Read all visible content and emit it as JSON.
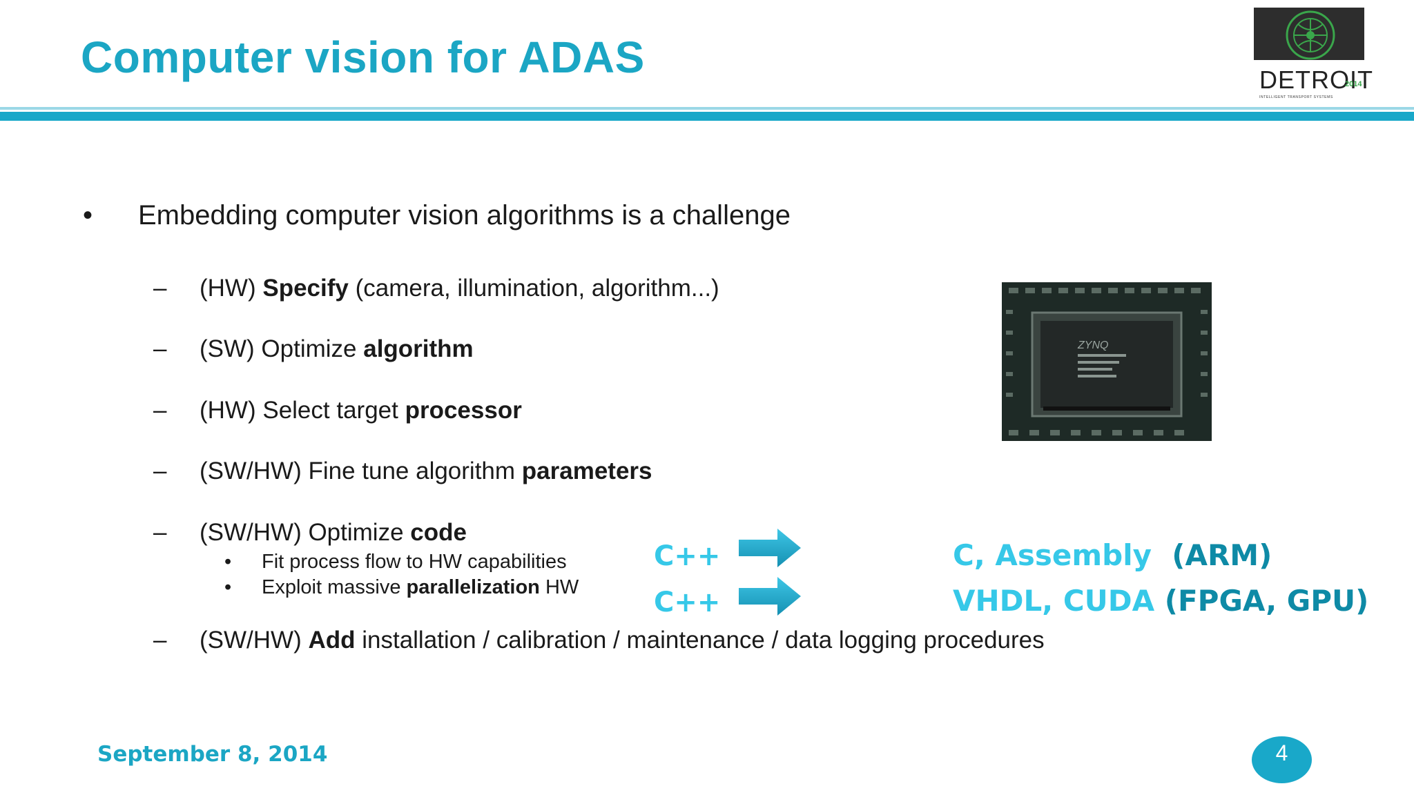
{
  "slide": {
    "title": "Computer vision for ADAS",
    "date": "September 8, 2014",
    "page_number": "4"
  },
  "logo": {
    "city": "DETROIT",
    "year": "2014",
    "tagline": "INTELLIGENT TRANSPORT SYSTEMS"
  },
  "content": {
    "main_bullet": "Embedding computer vision algorithms is a challenge",
    "items": [
      {
        "prefix": "(HW) ",
        "bold": "Specify",
        "suffix": " (camera, illumination, algorithm...)"
      },
      {
        "prefix": "(SW) Optimize ",
        "bold": "algorithm",
        "suffix": ""
      },
      {
        "prefix": "(HW) Select target ",
        "bold": "processor",
        "suffix": ""
      },
      {
        "prefix": "(SW/HW) Fine tune algorithm ",
        "bold": "parameters",
        "suffix": ""
      },
      {
        "prefix": "(SW/HW) Optimize ",
        "bold": "code",
        "suffix": ""
      },
      {
        "prefix": "(SW/HW) ",
        "bold": "Add",
        "suffix": " installation / calibration / maintenance / data logging procedures"
      }
    ],
    "sub_items": [
      {
        "prefix": "Fit process flow to HW capabilities",
        "bold": "",
        "suffix": ""
      },
      {
        "prefix": "Exploit massive ",
        "bold": "parallelization",
        "suffix": " HW"
      }
    ]
  },
  "mapping": [
    {
      "source": "C++",
      "target_lang": "C, Assembly",
      "target_hw": "(ARM)"
    },
    {
      "source": "C++",
      "target_lang": "VHDL, CUDA",
      "target_hw": "(FPGA, GPU)"
    }
  ],
  "chip_label": "ZYNQ",
  "colors": {
    "accent": "#1ba6c4",
    "highlight": "#36c8e8",
    "highlight_dark": "#0e8aa6",
    "text": "#1a1a1a"
  },
  "icons": {
    "arrow": "right-arrow-icon",
    "chip": "processor-chip-image",
    "logo": "its-world-congress-logo"
  }
}
